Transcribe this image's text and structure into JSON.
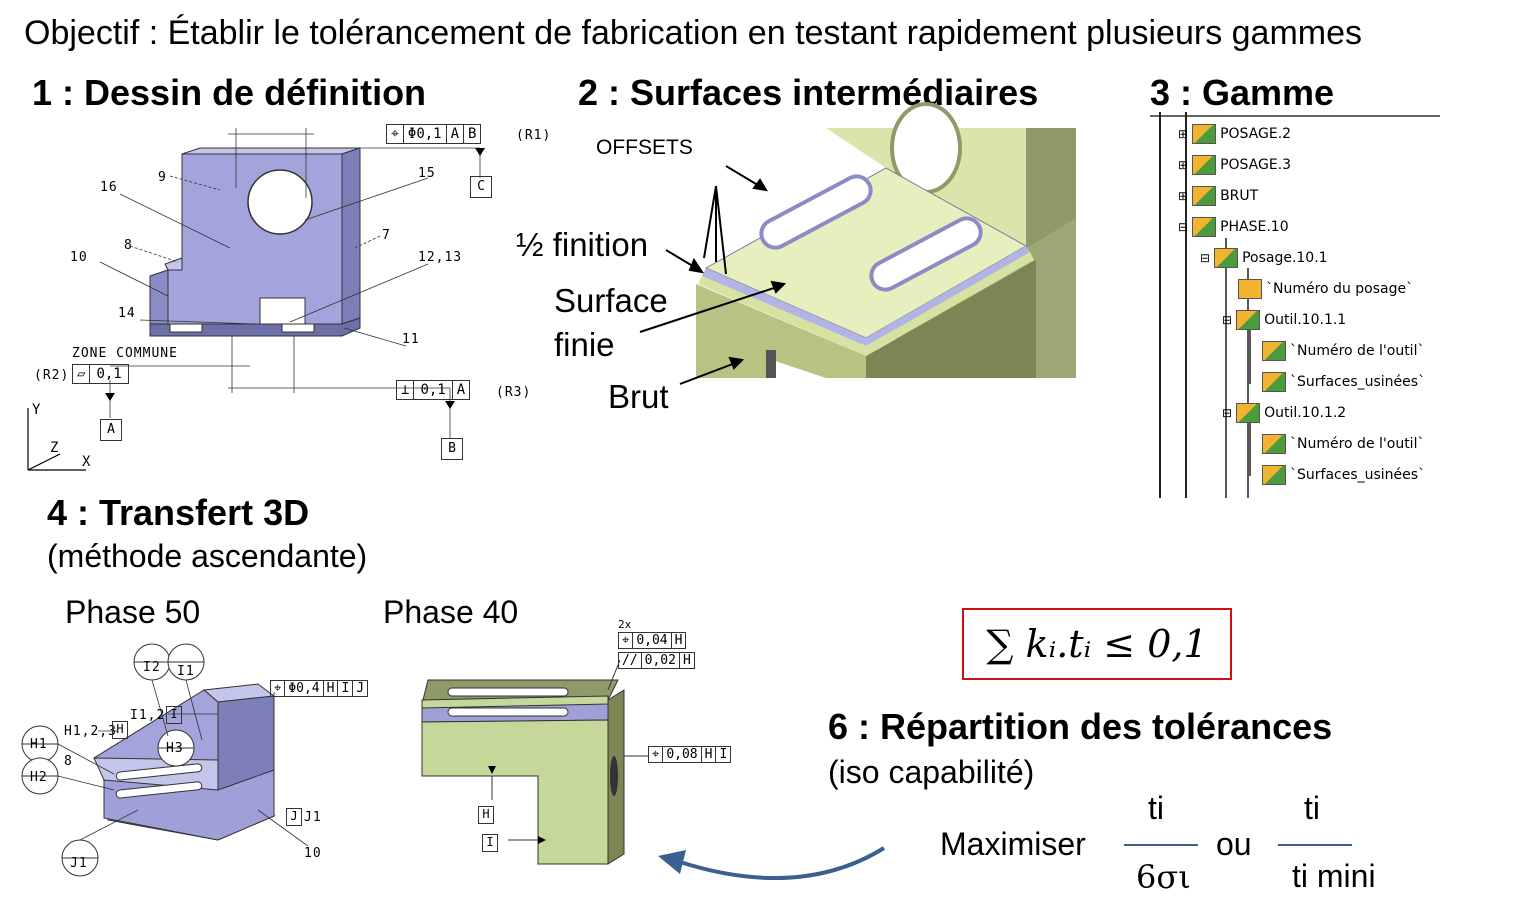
{
  "header": {
    "objective": "Objectif : Établir le tolérancement de fabrication en testant rapidement plusieurs gammes"
  },
  "sections": {
    "s1": "1 : Dessin de définition",
    "s2": "2 : Surfaces intermédiaires",
    "s3": "3 : Gamme",
    "s4": "4 : Transfert 3D",
    "s4_sub": "(méthode ascendante)",
    "s6": "6 : Répartition des tolérances",
    "s6_sub": "(iso capabilité)"
  },
  "drawing1": {
    "numbers": [
      "9",
      "16",
      "15",
      "8",
      "7",
      "10",
      "12,13",
      "14",
      "11"
    ],
    "zone": "ZONE COMMUNE",
    "fcf_r1": [
      "⌖",
      "Φ0,1",
      "A",
      "B",
      "(R1)"
    ],
    "fcf_r2": [
      "(R2)",
      "▱",
      "0,1"
    ],
    "fcf_r3": [
      "⊥",
      "0,1",
      "A",
      "(R3)"
    ],
    "datums": [
      "A",
      "B",
      "C"
    ],
    "axes": [
      "Y",
      "Z",
      "X"
    ]
  },
  "surfaces": {
    "offsets": "OFFSETS",
    "half_finish": "½ finition",
    "finished_1": "Surface",
    "finished_2": "finie",
    "raw": "Brut"
  },
  "tree": {
    "items": [
      "POSAGE.2",
      "POSAGE.3",
      "BRUT",
      "PHASE.10",
      "Posage.10.1",
      "`Numéro du posage`",
      "Outil.10.1.1",
      "`Numéro de l'outil`",
      "`Surfaces_usinées`",
      "Outil.10.1.2",
      "`Numéro de l'outil`",
      "`Surfaces_usinées`"
    ]
  },
  "phases": {
    "p50": "Phase 50",
    "p40": "Phase 40",
    "p50_labels": [
      "I2",
      "I1",
      "H1",
      "H2",
      "H3",
      "J1",
      "H1,2,3",
      "H",
      "I1,2",
      "I",
      "8",
      "J",
      "J1",
      "10"
    ],
    "p50_fcf": [
      "⌖",
      "Φ0,4",
      "H",
      "I",
      "J"
    ],
    "p40_labels": [
      "2x",
      "H",
      "I"
    ],
    "p40_fcf1": [
      "⌖",
      "0,04",
      "H"
    ],
    "p40_fcf2": [
      "//",
      "0,02",
      "H"
    ],
    "p40_fcf3": [
      "⌖",
      "0,08",
      "H",
      "I"
    ]
  },
  "formula": {
    "constraint": "∑ kᵢ.tᵢ ≤ 0,1"
  },
  "optimize": {
    "maximise": "Maximiser",
    "num1": "ti",
    "den1": "6σι",
    "or": "ou",
    "num2": "ti",
    "den2": "ti mini"
  },
  "colors": {
    "part_blue": "#9fa0d8",
    "part_green": "#c6d79a",
    "box_red": "#d01010",
    "arrow_blue": "#3b5f8f"
  }
}
